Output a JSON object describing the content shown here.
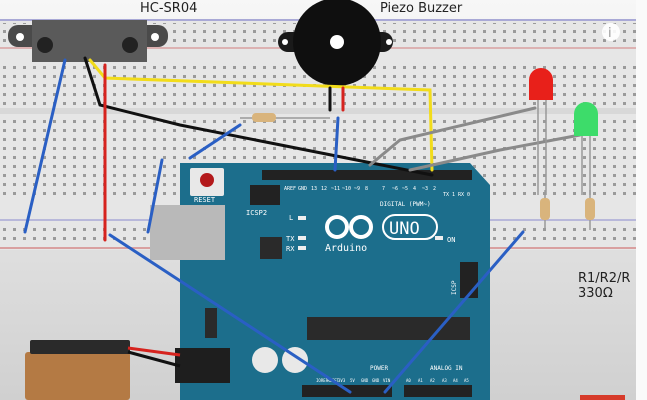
{
  "captions": {
    "sensor": "HC-SR04",
    "buzzer": "Piezo Buzzer"
  },
  "resistor_note": {
    "line1": "R1/R2/R",
    "line2": "330Ω"
  },
  "arduino": {
    "reset": "RESET",
    "icsp2": "ICSP2",
    "icsp": "ICSP",
    "digital": "DIGITAL (PWM~)",
    "brand": "Arduino",
    "model": "UNO",
    "led_l": "L",
    "led_tx": "TX",
    "led_rx": "RX",
    "led_on": "ON",
    "power": "POWER",
    "analog": "ANALOG IN",
    "top_pins": [
      "AREF",
      "GND",
      "13",
      "12",
      "~11",
      "~10",
      "~9",
      "8",
      "7",
      "~6",
      "~5",
      "4",
      "~3",
      "2",
      "TX 1",
      "RX 0"
    ],
    "power_pins": [
      "IOREF",
      "RESET",
      "3V3",
      "5V",
      "GND",
      "GND",
      "VIN"
    ],
    "analog_pins": [
      "A0",
      "A1",
      "A2",
      "A3",
      "A4",
      "A5"
    ]
  },
  "colors": {
    "board": "#1c6e8c",
    "breadboard": "#e6e6e6",
    "wire_blue": "#2a5fc4",
    "wire_red": "#d6231e",
    "wire_yellow": "#f2dc1a",
    "wire_black": "#111111",
    "wire_gray": "#8a8a8a",
    "led_red": "#e8201a",
    "led_green": "#3ddc6a"
  },
  "icons": {
    "info": "info-icon"
  }
}
